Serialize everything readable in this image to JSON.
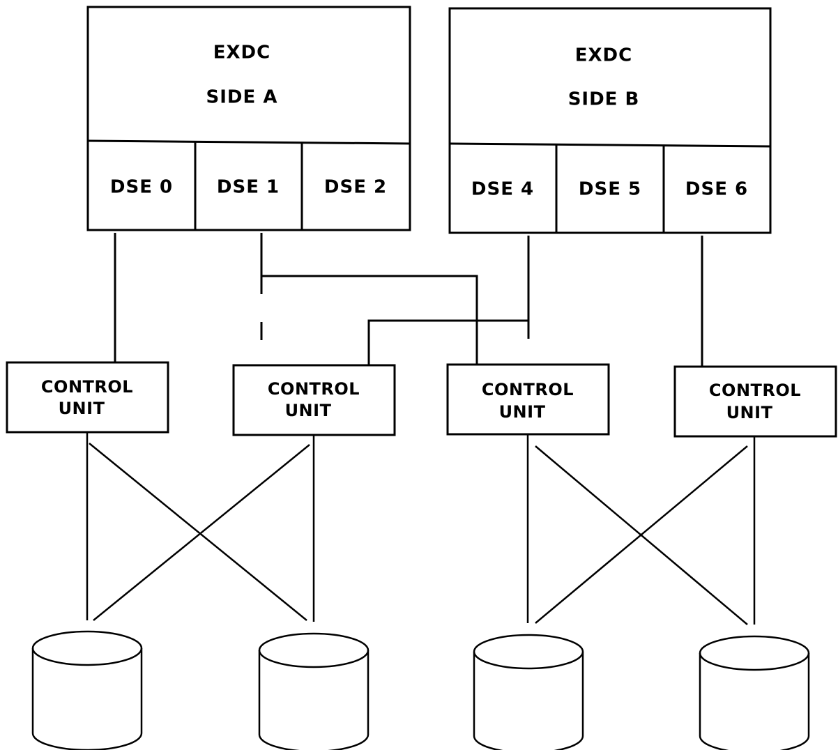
{
  "side_a": {
    "title": "EXDC",
    "side": "SIDE A",
    "dse": [
      "DSE 0",
      "DSE 1",
      "DSE 2"
    ]
  },
  "side_b": {
    "title": "EXDC",
    "side": "SIDE B",
    "dse": [
      "DSE 4",
      "DSE 5",
      "DSE 6"
    ]
  },
  "control_units": [
    {
      "line1": "CONTROL",
      "line2": "UNIT"
    },
    {
      "line1": "CONTROL",
      "line2": "UNIT"
    },
    {
      "line1": "CONTROL",
      "line2": "UNIT"
    },
    {
      "line1": "CONTROL",
      "line2": "UNIT"
    }
  ],
  "disk_count": 4
}
